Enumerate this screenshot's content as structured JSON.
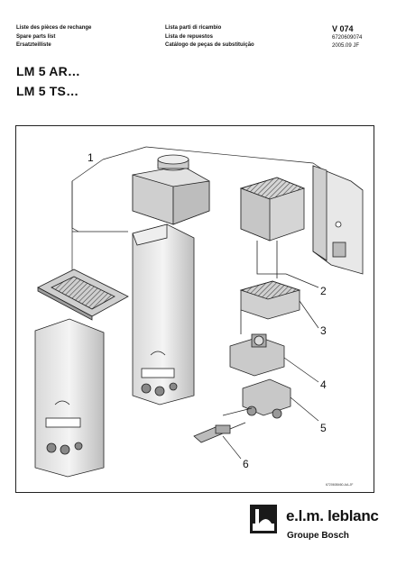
{
  "header": {
    "col1": [
      "Liste des pièces de rechange",
      "Spare parts list",
      "Ersatzteilliste"
    ],
    "col2": [
      "Lista parti di ricambio",
      "Lista de repuestos",
      "Catálogo de peças de substituição"
    ],
    "doc_code": "V 074",
    "part_number": "6720609074",
    "date": "2005.09  JF"
  },
  "titles": [
    "LM 5 AR…",
    "LM 5 TS…"
  ],
  "diagram": {
    "refs": [
      "1",
      "2",
      "3",
      "4",
      "5",
      "6"
    ],
    "drawing_ref": "6720608460-AA-JF"
  },
  "brand": {
    "name": "e.l.m. leblanc",
    "group": "Groupe Bosch"
  }
}
